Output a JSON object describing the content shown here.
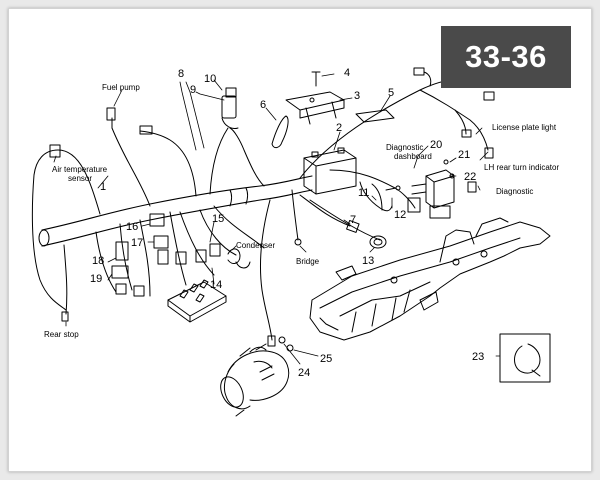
{
  "badge": "33-36",
  "callouts": {
    "n1": "1",
    "n2": "2",
    "n3": "3",
    "n4": "4",
    "n5": "5",
    "n6": "6",
    "n7": "7",
    "n8": "8",
    "n9": "9",
    "n10": "10",
    "n11": "11",
    "n12": "12",
    "n13": "13",
    "n14": "14",
    "n15": "15",
    "n16": "16",
    "n17": "17",
    "n18": "18",
    "n19": "19",
    "n20": "20",
    "n21": "21",
    "n22": "22",
    "n23": "23",
    "n24": "24",
    "n25": "25"
  },
  "labels": {
    "fuel_pump": "Fuel pump",
    "air_temp_1": "Air temperature",
    "air_temp_2": "sensor",
    "rear_stop": "Rear stop",
    "condenser": "Condenser",
    "bridge": "Bridge",
    "diag_dash_1": "Diagnostic",
    "diag_dash_2": "dashboard",
    "license_plate": "License plate light",
    "lh_rear_turn": "LH rear turn indicator",
    "diagnostic": "Diagnostic"
  }
}
